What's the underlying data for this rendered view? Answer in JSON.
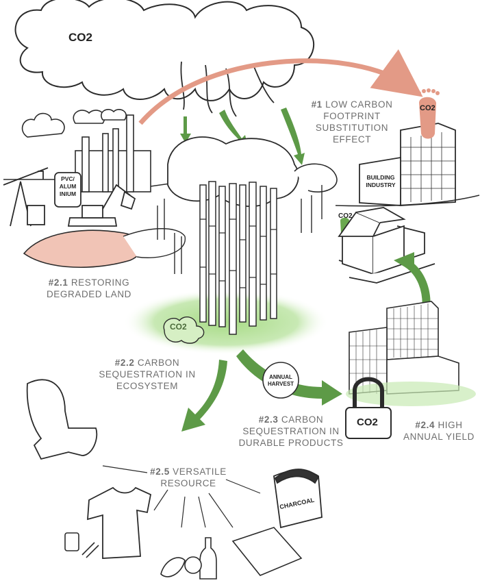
{
  "co2": "CO2",
  "labels": {
    "l1": {
      "num": "#1",
      "lines": [
        "LOW CARBON",
        "FOOTPRINT",
        "SUBSTITUTION",
        "EFFECT"
      ]
    },
    "l21": {
      "num": "#2.1",
      "lines": [
        "RESTORING",
        "DEGRADED LAND"
      ]
    },
    "l22": {
      "num": "#2.2",
      "lines": [
        "CARBON",
        "SEQUESTRATION IN",
        "ECOSYSTEM"
      ]
    },
    "l23": {
      "num": "#2.3",
      "lines": [
        "CARBON",
        "SEQUESTRATION IN",
        "DURABLE PRODUCTS"
      ]
    },
    "l24": {
      "num": "#2.4",
      "lines": [
        "HIGH",
        "ANNUAL YIELD"
      ]
    },
    "l25": {
      "num": "#2.5",
      "lines": [
        "VERSATILE",
        "RESOURCE"
      ]
    }
  },
  "tags": {
    "pvc": [
      "PVC/",
      "ALUM",
      "INIUM"
    ],
    "building": [
      "BUILDING",
      "INDUSTRY"
    ],
    "harvest": [
      "ANNUAL",
      "HARVEST"
    ],
    "charcoal": "CHARCOAL"
  },
  "colors": {
    "green": "#5d9a47",
    "lightgreen": "#bfe3a8",
    "salmon": "#e39a86",
    "line": "#2b2b2b"
  }
}
